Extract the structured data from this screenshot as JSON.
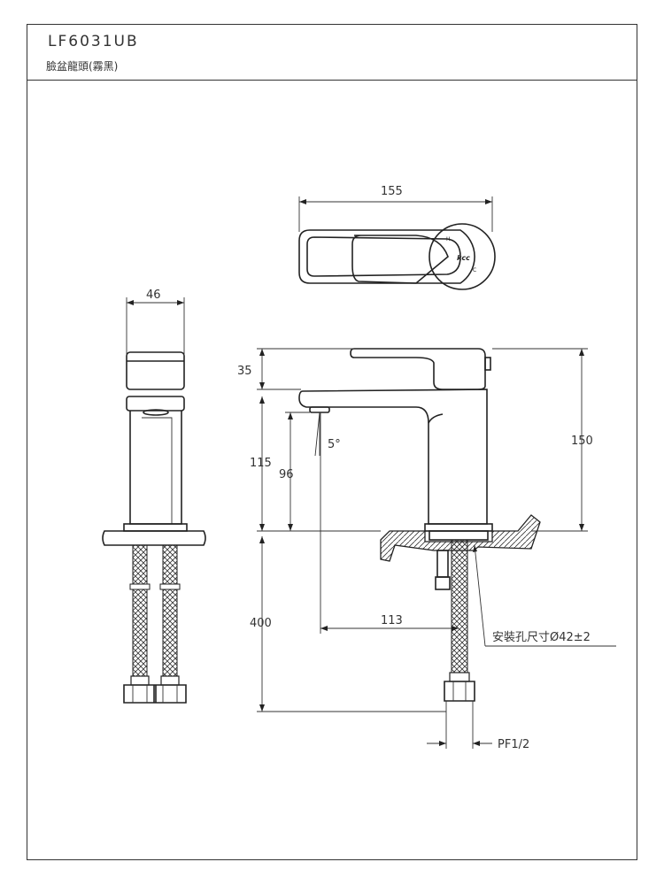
{
  "header": {
    "model": "LF6031UB",
    "product": "臉盆龍頭(霧黑)"
  },
  "top_view": {
    "width_dim": "155",
    "logo_text": "kcc",
    "hot_mark": "H",
    "cold_mark": "C"
  },
  "side_view": {
    "width_dim": "46"
  },
  "front_view": {
    "dim_handle": "35",
    "dim_spout_height": "115",
    "dim_outlet_height": "96",
    "dim_angle": "5°",
    "dim_total_height": "150",
    "dim_hose_length": "400",
    "dim_reach": "113",
    "hole_size": "安裝孔尺寸Ø42±2",
    "connection": "PF1/2"
  }
}
